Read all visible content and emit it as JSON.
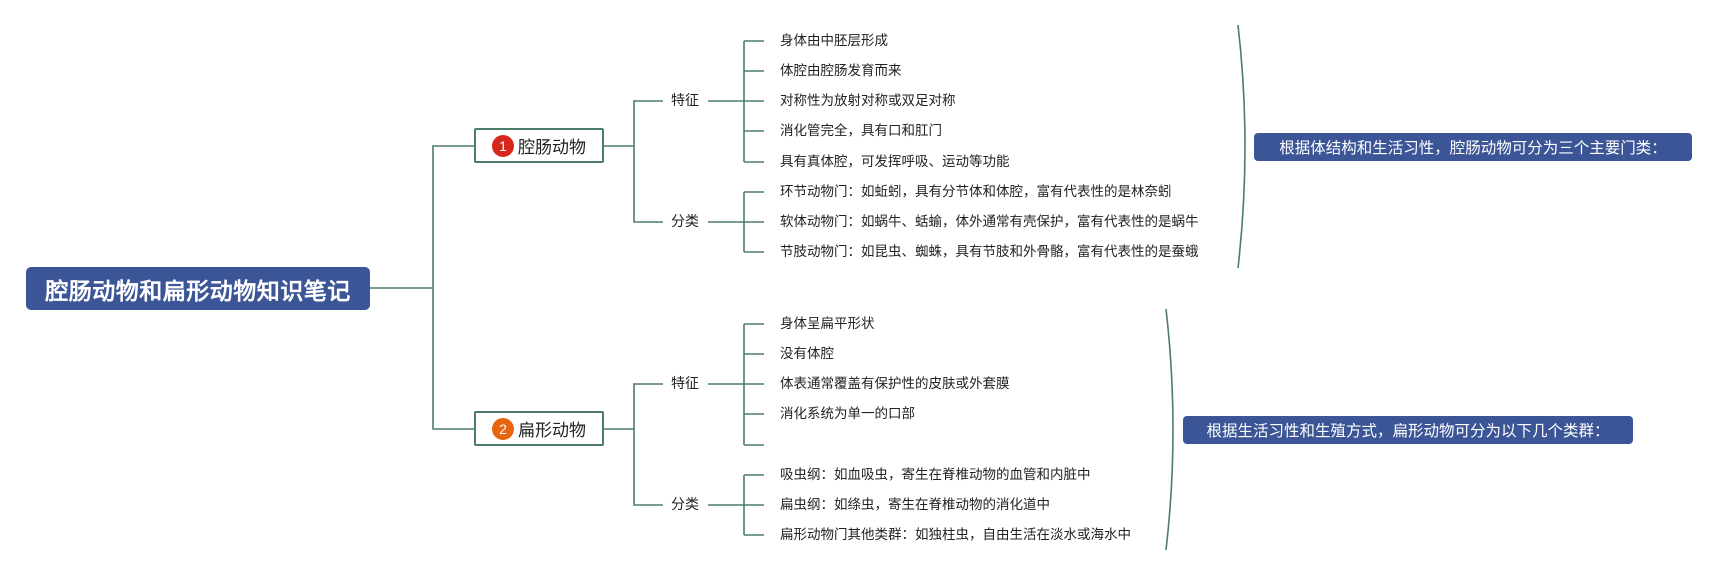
{
  "root": {
    "title": "腔肠动物和扁形动物知识笔记"
  },
  "branches": [
    {
      "number": "1",
      "number_color": "#d7261b",
      "title": "腔肠动物",
      "features_label": "特征",
      "features": [
        "身体由中胚层形成",
        "体腔由腔肠发育而来",
        "对称性为放射对称或双足对称",
        "消化管完全，具有口和肛门",
        "具有真体腔，可发挥呼吸、运动等功能"
      ],
      "classification_label": "分类",
      "classification": [
        "环节动物门：如蚯蚓，具有分节体和体腔，富有代表性的是林奈蚓",
        "软体动物门：如蜗牛、蛞蝓，体外通常有壳保护，富有代表性的是蜗牛",
        "节肢动物门：如昆虫、蜘蛛，具有节肢和外骨骼，富有代表性的是蚕蛾"
      ],
      "summary": "根据体结构和生活习性，腔肠动物可分为三个主要门类："
    },
    {
      "number": "2",
      "number_color": "#e8650f",
      "title": "扁形动物",
      "features_label": "特征",
      "features": [
        "身体呈扁平形状",
        "没有体腔",
        "体表通常覆盖有保护性的皮肤或外套膜",
        "消化系统为单一的口部",
        ""
      ],
      "classification_label": "分类",
      "classification": [
        "吸虫纲：如血吸虫，寄生在脊椎动物的血管和内脏中",
        "扁虫纲：如绦虫，寄生在脊椎动物的消化道中",
        "扁形动物门其他类群：如独柱虫，自由生活在淡水或海水中"
      ],
      "summary": "根据生活习性和生殖方式，扁形动物可分为以下几个类群："
    }
  ],
  "colors": {
    "root_fill": "#3b5596",
    "connector": "#4d7d6a",
    "text": "#222222"
  }
}
